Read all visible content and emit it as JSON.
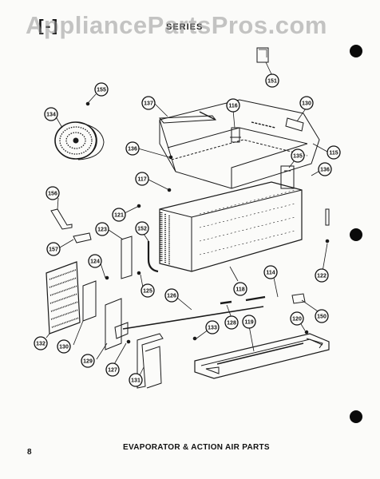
{
  "watermark": "AppliancePartsPros.com",
  "header": {
    "section_code": "[-]",
    "series": "SERIES"
  },
  "caption": "EVAPORATOR & ACTION AIR PARTS",
  "page_number": "8",
  "callouts": [
    {
      "id": "c151",
      "label": "151"
    },
    {
      "id": "c155",
      "label": "155"
    },
    {
      "id": "c134",
      "label": "134"
    },
    {
      "id": "c137",
      "label": "137"
    },
    {
      "id": "c116",
      "label": "116"
    },
    {
      "id": "c130a",
      "label": "130"
    },
    {
      "id": "c136a",
      "label": "136"
    },
    {
      "id": "c115",
      "label": "115"
    },
    {
      "id": "c135",
      "label": "135"
    },
    {
      "id": "c136b",
      "label": "136"
    },
    {
      "id": "c117",
      "label": "117"
    },
    {
      "id": "c156",
      "label": "156"
    },
    {
      "id": "c121",
      "label": "121"
    },
    {
      "id": "c123",
      "label": "123"
    },
    {
      "id": "c152",
      "label": "152"
    },
    {
      "id": "c157",
      "label": "157"
    },
    {
      "id": "c124",
      "label": "124"
    },
    {
      "id": "c118",
      "label": "118"
    },
    {
      "id": "c122",
      "label": "122"
    },
    {
      "id": "c125",
      "label": "125"
    },
    {
      "id": "c126",
      "label": "126"
    },
    {
      "id": "c114",
      "label": "114"
    },
    {
      "id": "c132",
      "label": "132"
    },
    {
      "id": "c130b",
      "label": "130"
    },
    {
      "id": "c128",
      "label": "128"
    },
    {
      "id": "c133",
      "label": "133"
    },
    {
      "id": "c119",
      "label": "119"
    },
    {
      "id": "c120",
      "label": "120"
    },
    {
      "id": "c150",
      "label": "150"
    },
    {
      "id": "c129",
      "label": "129"
    },
    {
      "id": "c127",
      "label": "127"
    },
    {
      "id": "c131",
      "label": "131"
    }
  ]
}
